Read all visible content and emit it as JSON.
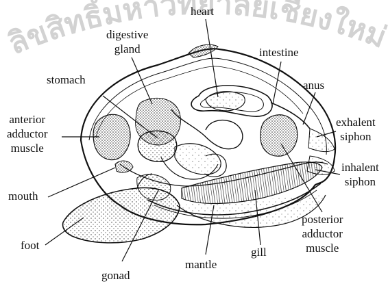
{
  "watermark": {
    "text": "ลิขสิทธิ์มหาวิทยาลัยเชียงใหม่",
    "color": "#c8c8c8"
  },
  "labels": {
    "heart": [
      "heart"
    ],
    "digestive_gland": [
      "digestive",
      "gland"
    ],
    "intestine": [
      "intestine"
    ],
    "stomach": [
      "stomach"
    ],
    "anus": [
      "anus"
    ],
    "anterior_adductor_muscle": [
      "anterior",
      "adductor",
      "muscle"
    ],
    "exhalent_siphon": [
      "exhalent",
      "siphon"
    ],
    "inhalent_siphon": [
      "inhalent",
      "siphon"
    ],
    "mouth": [
      "mouth"
    ],
    "foot": [
      "foot"
    ],
    "posterior_adductor_muscle": [
      "posterior",
      "adductor",
      "muscle"
    ],
    "gill": [
      "gill"
    ],
    "mantle": [
      "mantle"
    ],
    "gonad": [
      "gonad"
    ]
  },
  "colors": {
    "ink": "#111111",
    "stipple": "#333333"
  }
}
